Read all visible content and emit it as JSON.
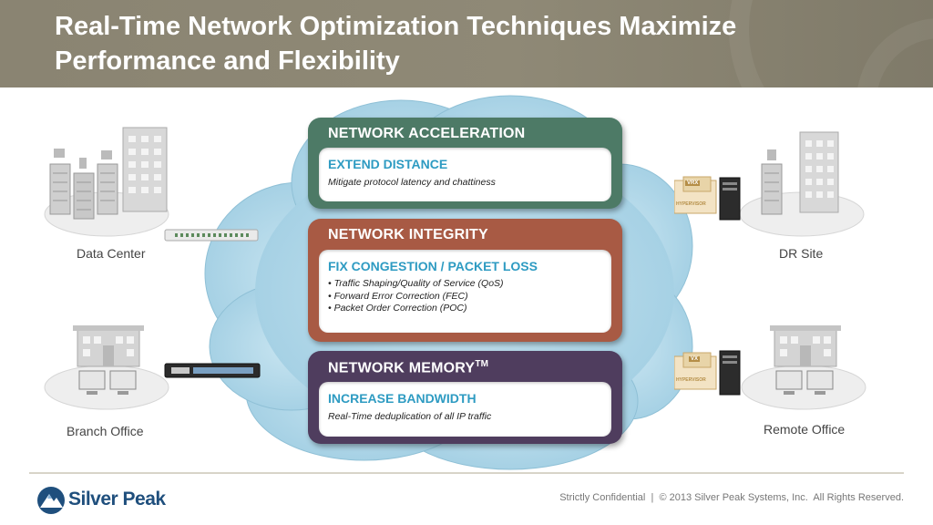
{
  "header": {
    "title_line1": "Real-Time Network Optimization Techniques Maximize",
    "title_line2": "Performance and Flexibility"
  },
  "panels": [
    {
      "title": "NETWORK ACCELERATION",
      "subtitle": "EXTEND DISTANCE",
      "lines": [
        "Mitigate protocol latency and chattiness"
      ],
      "color": "#4d7a66"
    },
    {
      "title": "NETWORK INTEGRITY",
      "subtitle": "FIX CONGESTION / PACKET LOSS",
      "lines": [
        "• Traffic Shaping/Quality of Service (QoS)",
        "• Forward Error Correction (FEC)",
        "• Packet Order Correction (POC)"
      ],
      "color": "#a85a44"
    },
    {
      "title": "NETWORK MEMORY",
      "trademark": "TM",
      "subtitle": "INCREASE BANDWIDTH",
      "lines": [
        "Real-Time deduplication of all IP traffic"
      ],
      "color": "#4f3d5e"
    }
  ],
  "sites": {
    "data_center": "Data Center",
    "dr_site": "DR Site",
    "branch_office": "Branch Office",
    "remote_office": "Remote Office"
  },
  "appliance_labels": {
    "vm_badge_top": "VRX",
    "vm_badge_bottom": "VX",
    "hypervisor": "HYPERVISOR"
  },
  "footer": {
    "brand": "Silver Peak",
    "notice": "Strictly Confidential  |  © 2013 Silver Peak Systems, Inc.  All Rights Reserved."
  },
  "colors": {
    "cloud": "#a9d4e6",
    "accent_blue": "#2e9bc2",
    "header_bg": "#8a8472"
  }
}
